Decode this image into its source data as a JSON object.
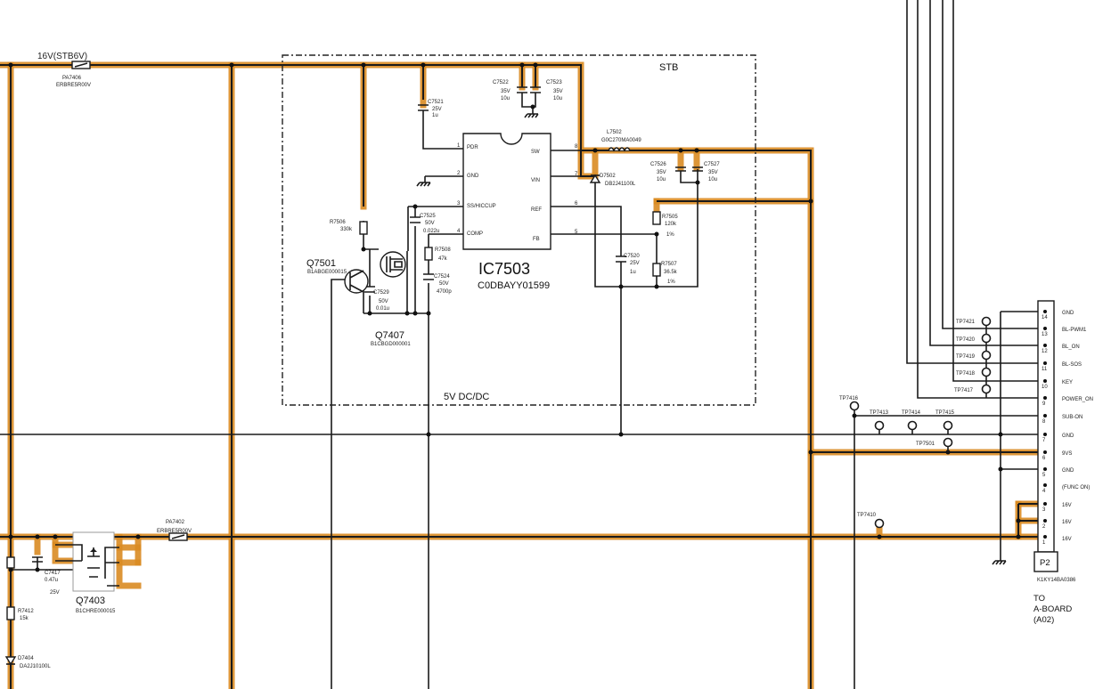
{
  "rails": {
    "stb_16v_label": "16V(STB6V)",
    "pa7406_ref": "PA7406",
    "pa7406_part": "ERBRE5R00V",
    "pa7402_ref": "PA7402",
    "pa7402_part": "ERBRE5R00V"
  },
  "blocks": {
    "stb_label": "STB",
    "dcdc_label": "5V DC/DC"
  },
  "ic": {
    "ref": "IC7503",
    "part": "C0DBAYY01599",
    "pins": [
      {
        "num": "1",
        "name": "PDR"
      },
      {
        "num": "2",
        "name": "GND"
      },
      {
        "num": "3",
        "name": "SS/HICCUP"
      },
      {
        "num": "4",
        "name": "COMP"
      },
      {
        "num": "8",
        "name": "SW"
      },
      {
        "num": "7",
        "name": "VIN"
      },
      {
        "num": "6",
        "name": "REF"
      },
      {
        "num": "5",
        "name": "FB"
      }
    ]
  },
  "components": {
    "c7521": {
      "ref": "C7521",
      "v": "25V",
      "val": "1u"
    },
    "c7522": {
      "ref": "C7522",
      "v": "35V",
      "val": "10u"
    },
    "c7523": {
      "ref": "C7523",
      "v": "35V",
      "val": "10u"
    },
    "l7502": {
      "ref": "L7502",
      "part": "G0C270MA0049"
    },
    "d7502": {
      "ref": "D7502",
      "part": "DB2J41100L"
    },
    "c7526": {
      "ref": "C7526",
      "v": "35V",
      "val": "10u"
    },
    "c7527": {
      "ref": "C7527",
      "v": "35V",
      "val": "10u"
    },
    "r7505": {
      "ref": "R7505",
      "val": "120k",
      "tol": "1%"
    },
    "r7507": {
      "ref": "R7507",
      "val": "36.5k",
      "tol": "1%"
    },
    "c7520": {
      "ref": "C7520",
      "v": "25V",
      "val": "1u"
    },
    "r7506": {
      "ref": "R7506",
      "val": "330k"
    },
    "c7525": {
      "ref": "C7525",
      "v": "50V",
      "val": "0.022u"
    },
    "r7508": {
      "ref": "R7508",
      "val": "47k"
    },
    "c7524": {
      "ref": "C7524",
      "v": "50V",
      "val": "4700p"
    },
    "c7529": {
      "ref": "C7529",
      "v": "50V",
      "val": "0.01u"
    },
    "q7501": {
      "ref": "Q7501",
      "part": "B1ABGE000015"
    },
    "q7407": {
      "ref": "Q7407",
      "part": "B1CBGD000001"
    },
    "q7403": {
      "ref": "Q7403",
      "part": "B1CHRE000015"
    },
    "c7417": {
      "ref": "C7417",
      "val": "0.47u",
      "v": "25V"
    },
    "r7412": {
      "ref": "R7412",
      "val": "15k"
    },
    "d7404": {
      "ref": "D7404",
      "part": "DA2J10100L"
    }
  },
  "test_points": {
    "tp7421": "TP7421",
    "tp7420": "TP7420",
    "tp7419": "TP7419",
    "tp7418": "TP7418",
    "tp7417": "TP7417",
    "tp7416": "TP7416",
    "tp7413": "TP7413",
    "tp7414": "TP7414",
    "tp7415": "TP7415",
    "tp7501": "TP7501",
    "tp7410": "TP7410"
  },
  "connector": {
    "ref": "P2",
    "part": "K1KY14BA0386",
    "dest_line1": "TO",
    "dest_line2": "A-BOARD",
    "dest_line3": "(A02)",
    "pins": [
      {
        "num": "14",
        "signal": "GND"
      },
      {
        "num": "13",
        "signal": "BL-PWM1"
      },
      {
        "num": "12",
        "signal": "BL_ON"
      },
      {
        "num": "11",
        "signal": "BL-SOS"
      },
      {
        "num": "10",
        "signal": "KEY"
      },
      {
        "num": "9",
        "signal": "POWER_ON"
      },
      {
        "num": "8",
        "signal": "SUB-ON"
      },
      {
        "num": "7",
        "signal": "GND"
      },
      {
        "num": "6",
        "signal": "9VS"
      },
      {
        "num": "5",
        "signal": "GND"
      },
      {
        "num": "4",
        "signal": "(FUNC ON)"
      },
      {
        "num": "3",
        "signal": "16V"
      },
      {
        "num": "2",
        "signal": "16V"
      },
      {
        "num": "1",
        "signal": "16V"
      }
    ]
  },
  "colors": {
    "highlight": "#d98b22",
    "wire": "#1a1a1a",
    "background": "#ffffff"
  }
}
